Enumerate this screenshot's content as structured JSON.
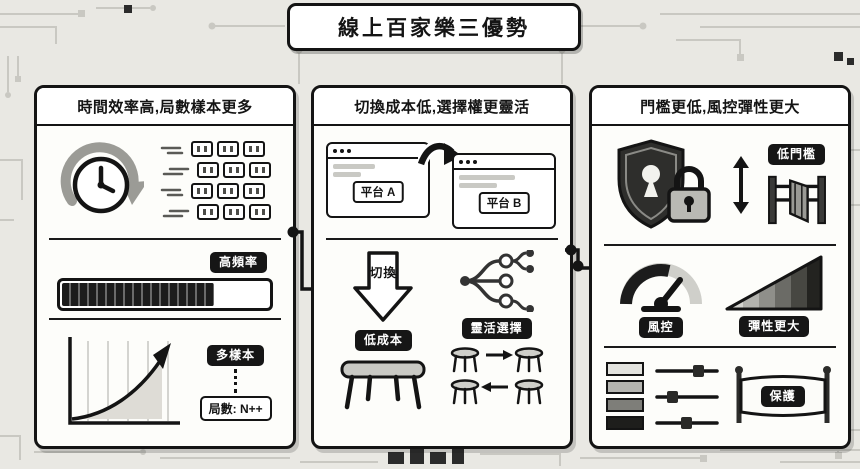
{
  "title": "線上百家樂三優勢",
  "panels": {
    "efficiency": {
      "heading": "時間效率高,局數樣本更多",
      "high_frequency_badge": "高頻率",
      "progress_percent": 74,
      "progress_fill_style": "width:74%",
      "multi_sample_badge": "多樣本",
      "rounds_label": "局數: N++",
      "icons": [
        "clock-speed-icon",
        "data-stream-icon",
        "progress-bar",
        "growth-chart-icon"
      ]
    },
    "switching": {
      "heading": "切換成本低,選擇權更靈活",
      "platform_a_label": "平台 A",
      "platform_b_label": "平台 B",
      "switch_arrow_label": "切換",
      "low_cost_badge": "低成本",
      "flexible_choice_badge": "靈活選擇",
      "icons": [
        "browser-window-icon",
        "swap-curve-arrow-icon",
        "big-down-arrow-icon",
        "table-icon",
        "branch-options-icon",
        "stools-swap-icon"
      ]
    },
    "threshold": {
      "heading": "門檻更低,風控彈性更大",
      "low_threshold_badge": "低門檻",
      "risk_control_badge": "風控",
      "elasticity_badge": "彈性更大",
      "protection_badge": "保護",
      "icons": [
        "shield-lock-icon",
        "updown-arrow-icon",
        "gate-icon",
        "gauge-icon",
        "ramp-icon",
        "swatches-sliders-icon",
        "protection-banner-icon"
      ]
    }
  },
  "colors": {
    "background": "#e9e8e3",
    "panel": "#fdfdfa",
    "ink": "#141414",
    "badge_bg": "#161616",
    "trace": "#c9c8c2"
  }
}
